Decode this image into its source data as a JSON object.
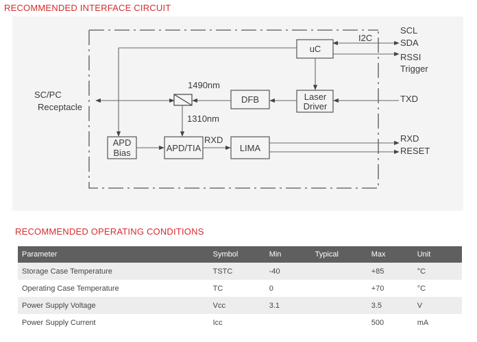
{
  "interface_circuit": {
    "title": "RECOMMENDED INTERFACE CIRCUIT",
    "blocks": {
      "uc": "uC",
      "laser_driver": [
        "Laser",
        "Driver"
      ],
      "dfb": "DFB",
      "apd_bias": [
        "APD",
        "Bias"
      ],
      "apd_tia": "APD/TIA",
      "lima": "LIMA"
    },
    "labels": {
      "receptacle": [
        "SC/PC",
        "Receptacle"
      ],
      "tx_wavelength": "1490nm",
      "rx_wavelength": "1310nm",
      "rxd_internal": "RXD",
      "i2c": "I2C"
    },
    "pins": {
      "scl": "SCL",
      "sda": "SDA",
      "rssi": "RSSI",
      "trigger": "Trigger",
      "txd": "TXD",
      "rxd": "RXD",
      "reset": "RESET"
    }
  },
  "operating_conditions": {
    "title": "RECOMMENDED OPERATING CONDITIONS",
    "headers": [
      "Parameter",
      "Symbol",
      "Min",
      "Typical",
      "Max",
      "Unit"
    ],
    "rows": [
      [
        "Storage  Case Temperature",
        "TSTC",
        "-40",
        "",
        "+85",
        "°C"
      ],
      [
        "Operating Case Temperature",
        "TC",
        "0",
        "",
        "+70",
        "°C"
      ],
      [
        "Power Supply Voltage",
        "Vcc",
        "3.1",
        "",
        "3.5",
        "V"
      ],
      [
        "Power Supply Current",
        "Icc",
        "",
        "",
        "500",
        "mA"
      ]
    ]
  }
}
